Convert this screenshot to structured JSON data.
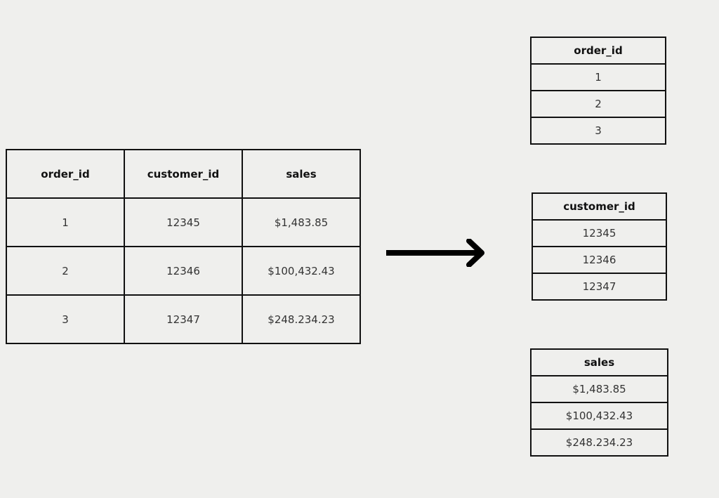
{
  "source_table": {
    "headers": [
      "order_id",
      "customer_id",
      "sales"
    ],
    "rows": [
      [
        "1",
        "12345",
        "$1,483.85"
      ],
      [
        "2",
        "12346",
        "$100,432.43"
      ],
      [
        "3",
        "12347",
        "$248.234.23"
      ]
    ]
  },
  "result_tables": [
    {
      "header": "order_id",
      "values": [
        "1",
        "2",
        "3"
      ]
    },
    {
      "header": "customer_id",
      "values": [
        "12345",
        "12346",
        "12347"
      ]
    },
    {
      "header": "sales",
      "values": [
        "$1,483.85",
        "$100,432.43",
        "$248.234.23"
      ]
    }
  ],
  "arrow_icon": "right-arrow-icon"
}
